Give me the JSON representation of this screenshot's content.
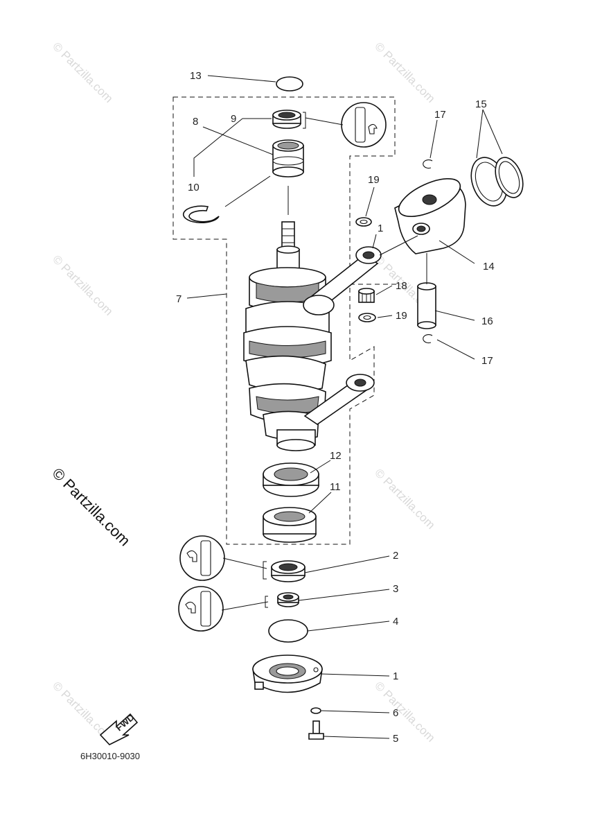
{
  "diagram": {
    "figure_id": "6H30010-9030",
    "watermark_main": "© Partzilla.com",
    "watermark_faint": "© Partzilla.com",
    "fwd_arrow_label": "FWD",
    "callouts": {
      "c1_top": "1",
      "c1_bottom": "1",
      "c2": "2",
      "c3": "3",
      "c4": "4",
      "c5": "5",
      "c6": "6",
      "c7": "7",
      "c8": "8",
      "c9": "9",
      "c10": "10",
      "c11": "11",
      "c12": "12",
      "c13": "13",
      "c14": "14",
      "c15": "15",
      "c16": "16",
      "c17_top": "17",
      "c17_bottom": "17",
      "c18": "18",
      "c19_top": "19",
      "c19_bottom": "19"
    }
  }
}
